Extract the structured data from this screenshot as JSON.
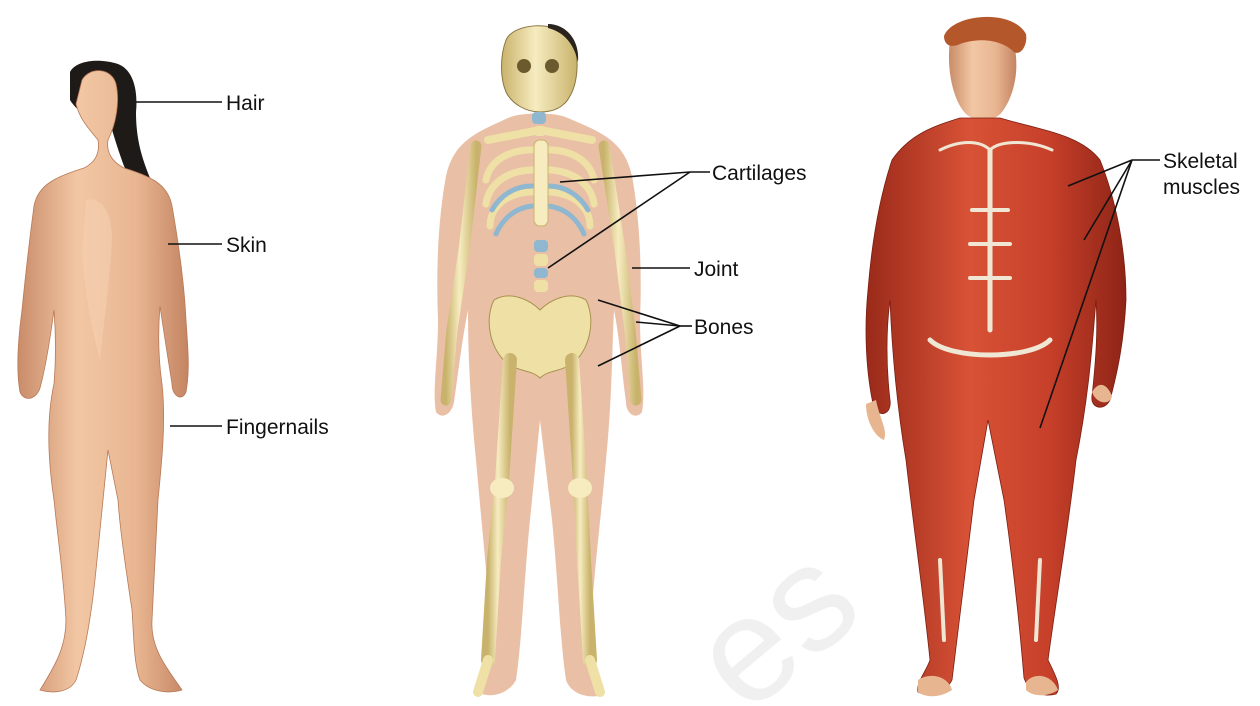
{
  "colors": {
    "skin": "#e8b591",
    "skin_shadow": "#c98c69",
    "hair_dark": "#1e1a18",
    "hair_red": "#b4582c",
    "bone": "#efe1a6",
    "bone_shadow": "#c9b36c",
    "cartilage": "#8fb7cf",
    "muscle": "#c7402a",
    "muscle_dark": "#9a2a1a",
    "tendon": "#efe6d4",
    "label_line": "#111111"
  },
  "figures": [
    {
      "name": "integumentary-figure",
      "icon": "female-body-figure"
    },
    {
      "name": "skeletal-figure",
      "icon": "skeleton-figure"
    },
    {
      "name": "muscular-figure",
      "icon": "muscle-figure"
    }
  ],
  "labels": {
    "hair": "Hair",
    "skin": "Skin",
    "fingernails": "Fingernails",
    "cartilages": "Cartilages",
    "joint": "Joint",
    "bones": "Bones",
    "skeletal_line1": "Skeletal",
    "skeletal_line2": "muscles"
  },
  "watermark": "es"
}
